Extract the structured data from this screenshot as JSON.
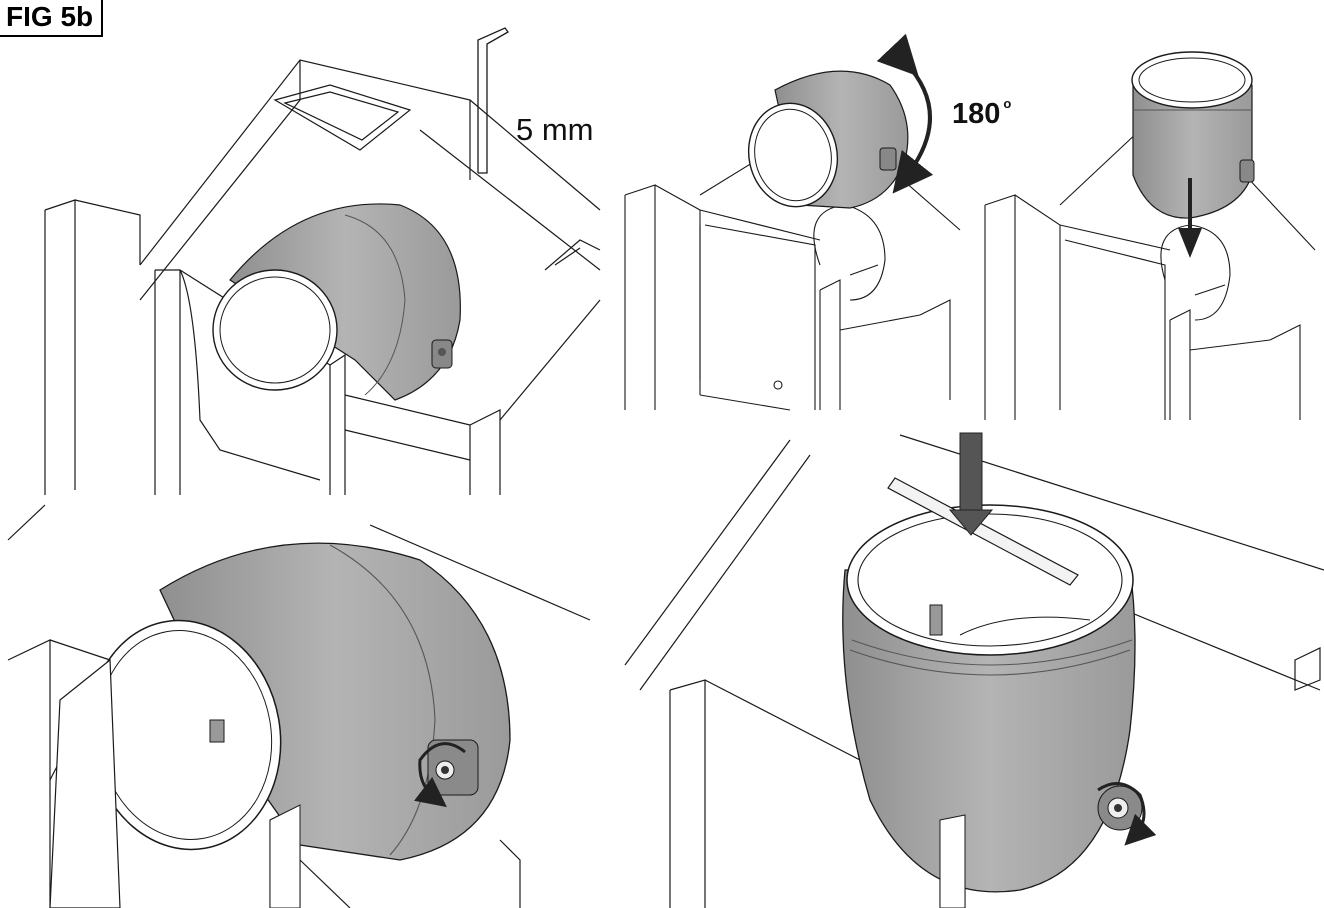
{
  "figure": {
    "label": "FIG 5b",
    "allen_key_size": "5 mm",
    "rotation_value": "180",
    "rotation_unit": "o"
  },
  "colors": {
    "line": "#1a1a1a",
    "part_gray": "#a9a9a9",
    "part_gray_dark": "#8e8e8e",
    "arrow": "#3a3a3a",
    "background": "#ffffff"
  },
  "icons": [
    "allen-key-icon",
    "rotate-arrow-icon",
    "down-arrow-icon",
    "tighten-arrow-icon"
  ]
}
